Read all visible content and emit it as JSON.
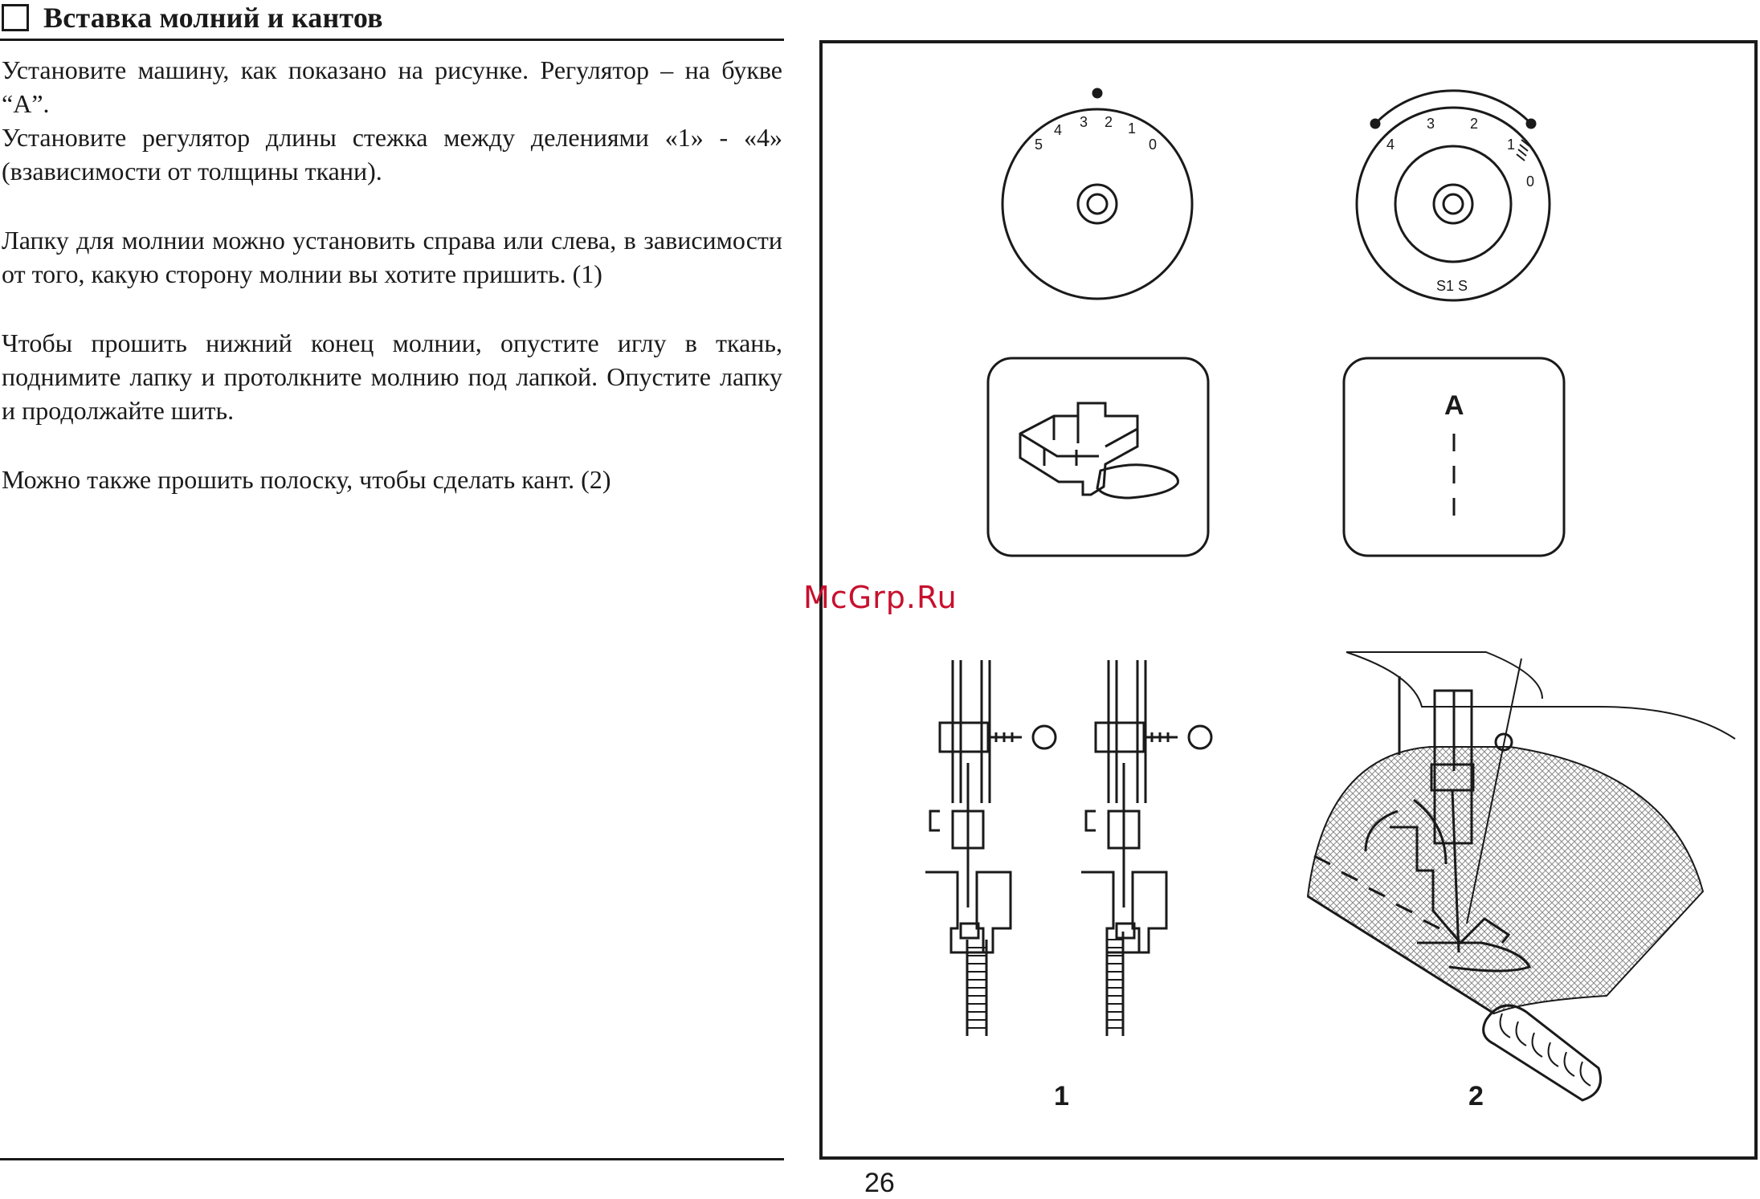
{
  "section": {
    "title": "Вставка молний и кантов"
  },
  "paragraphs": [
    "Установите машину, как показано на рисунке. Регулятор – на букве “A”.",
    "Установите регулятор длины стежка между делениями «1» - «4» (взависимости от толщины ткани).",
    "Лапку для молнии можно установить справа или слева, в зависимости от того, какую сторону молнии вы хотите пришить. (1)",
    "Чтобы прошить нижний конец молнии, опустите иглу в ткань, поднимите лапку и протолкните молнию под лапкой. Опустите лапку и продолжайте шить.",
    "Можно также прошить полоску, чтобы сделать кант. (2)"
  ],
  "figure": {
    "left_dial_numbers": [
      "5",
      "4",
      "3",
      "2",
      "1",
      "0"
    ],
    "right_dial_numbers": [
      "4",
      "3",
      "2",
      "1",
      "0"
    ],
    "right_dial_bottom": "S1 S",
    "pattern_letter": "A",
    "label_1": "1",
    "label_2": "2"
  },
  "watermark": "McGrp.Ru",
  "page_number": "26"
}
